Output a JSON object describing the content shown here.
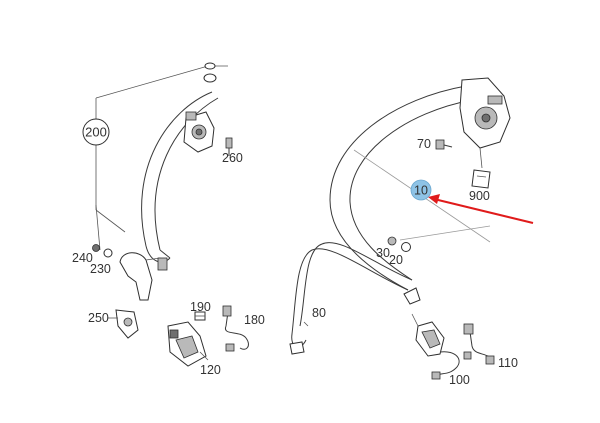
{
  "highlight_color": "#8ec3e6",
  "arrow_color": "#e01b1b",
  "callouts": {
    "c200": "200",
    "c260": "260",
    "c240": "240",
    "c230": "230",
    "c250": "250",
    "c190": "190",
    "c180": "180",
    "c120": "120",
    "c70": "70",
    "c10": "10",
    "c900": "900",
    "c30": "30",
    "c20": "20",
    "c80": "80",
    "c110": "110",
    "c100": "100"
  }
}
